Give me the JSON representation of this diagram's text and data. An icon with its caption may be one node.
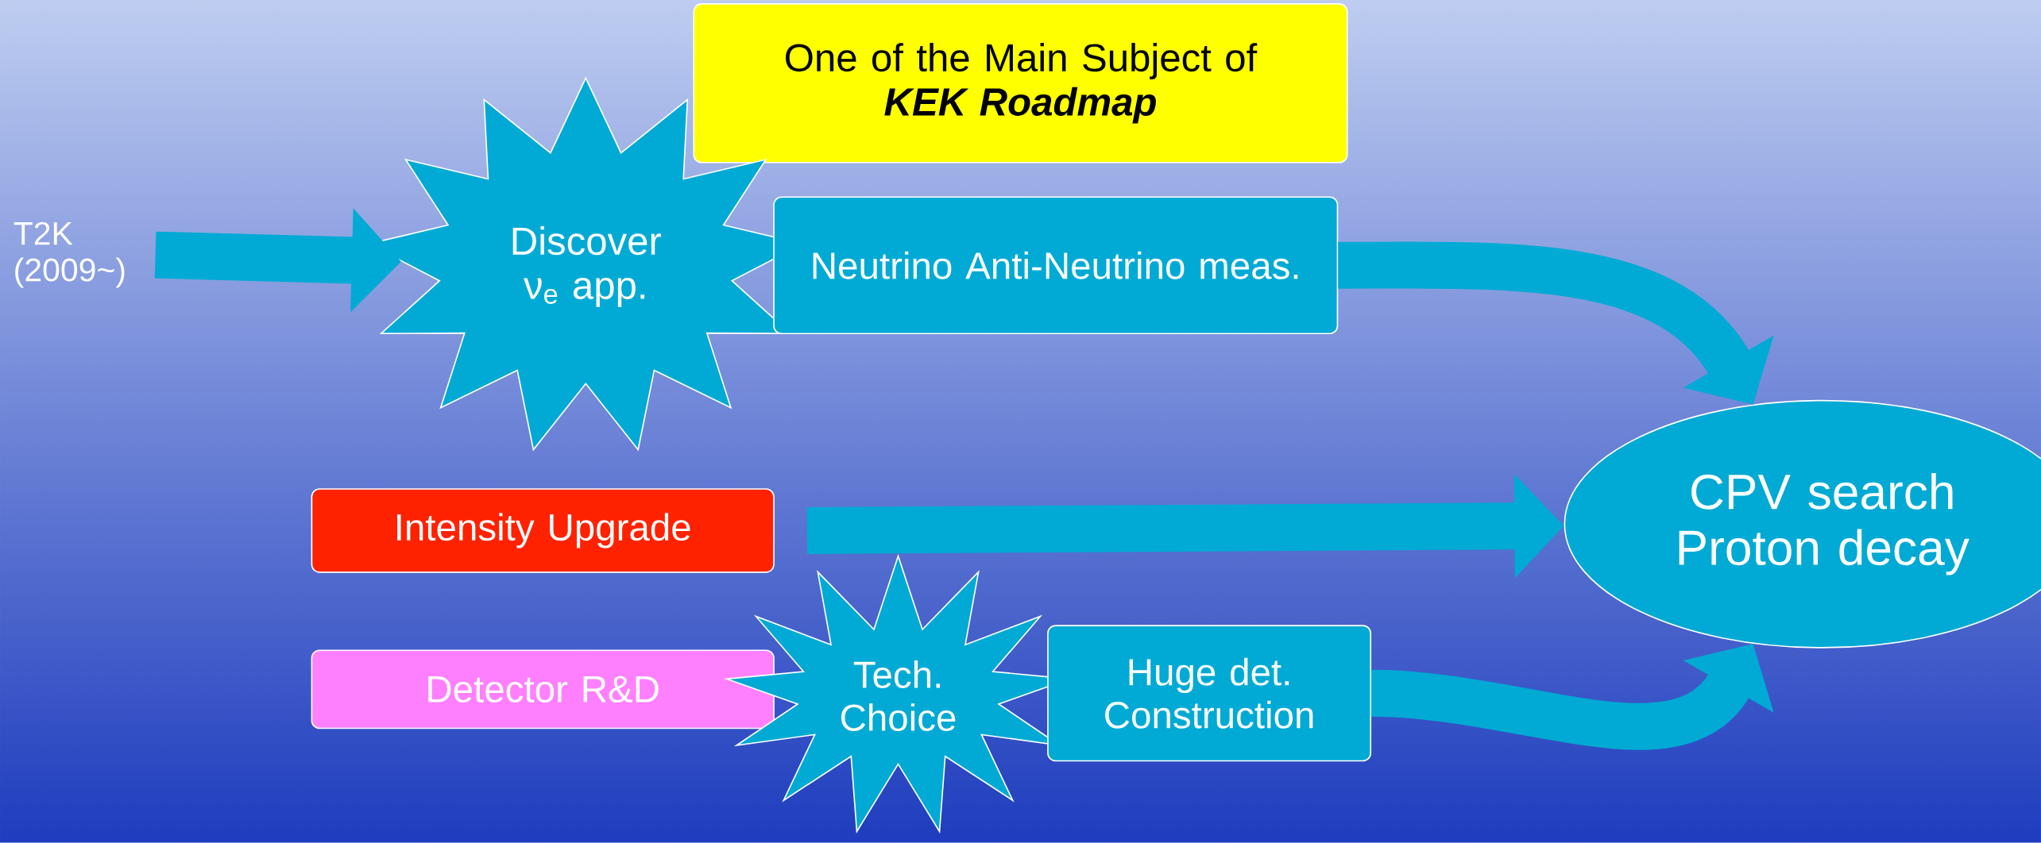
{
  "diagram": {
    "nodes": [
      {
        "text": [
          "One of the Main Subject of",
          "KEK Roadmap"
        ]
      },
      {
        "text": [
          "T2K (2009~)"
        ]
      },
      {
        "text": [
          "Discover ν$_{e}$ app."
        ]
      },
      {
        "text": [
          "Neutrino Anti-Neutrino meas."
        ]
      },
      {
        "text": [
          "Intensity Upgrade"
        ]
      },
      {
        "text": [
          "CPV search Proton decay"
        ]
      },
      {
        "text": [
          "Detector R&D"
        ]
      },
      {
        "text": [
          "Tech. Choice"
        ]
      },
      {
        "text": [
          "Huge det. Construction"
        ]
      }
    ],
    "edges": [
      {
        "from": 1,
        "to": 2,
        "arrow": "to"
      },
      {
        "from": 3,
        "to": 5,
        "arrow": "to"
      },
      {
        "from": 4,
        "to": 5,
        "arrow": "to"
      },
      {
        "from": 8,
        "to": 5,
        "arrow": "to"
      }
    ]
  }
}
